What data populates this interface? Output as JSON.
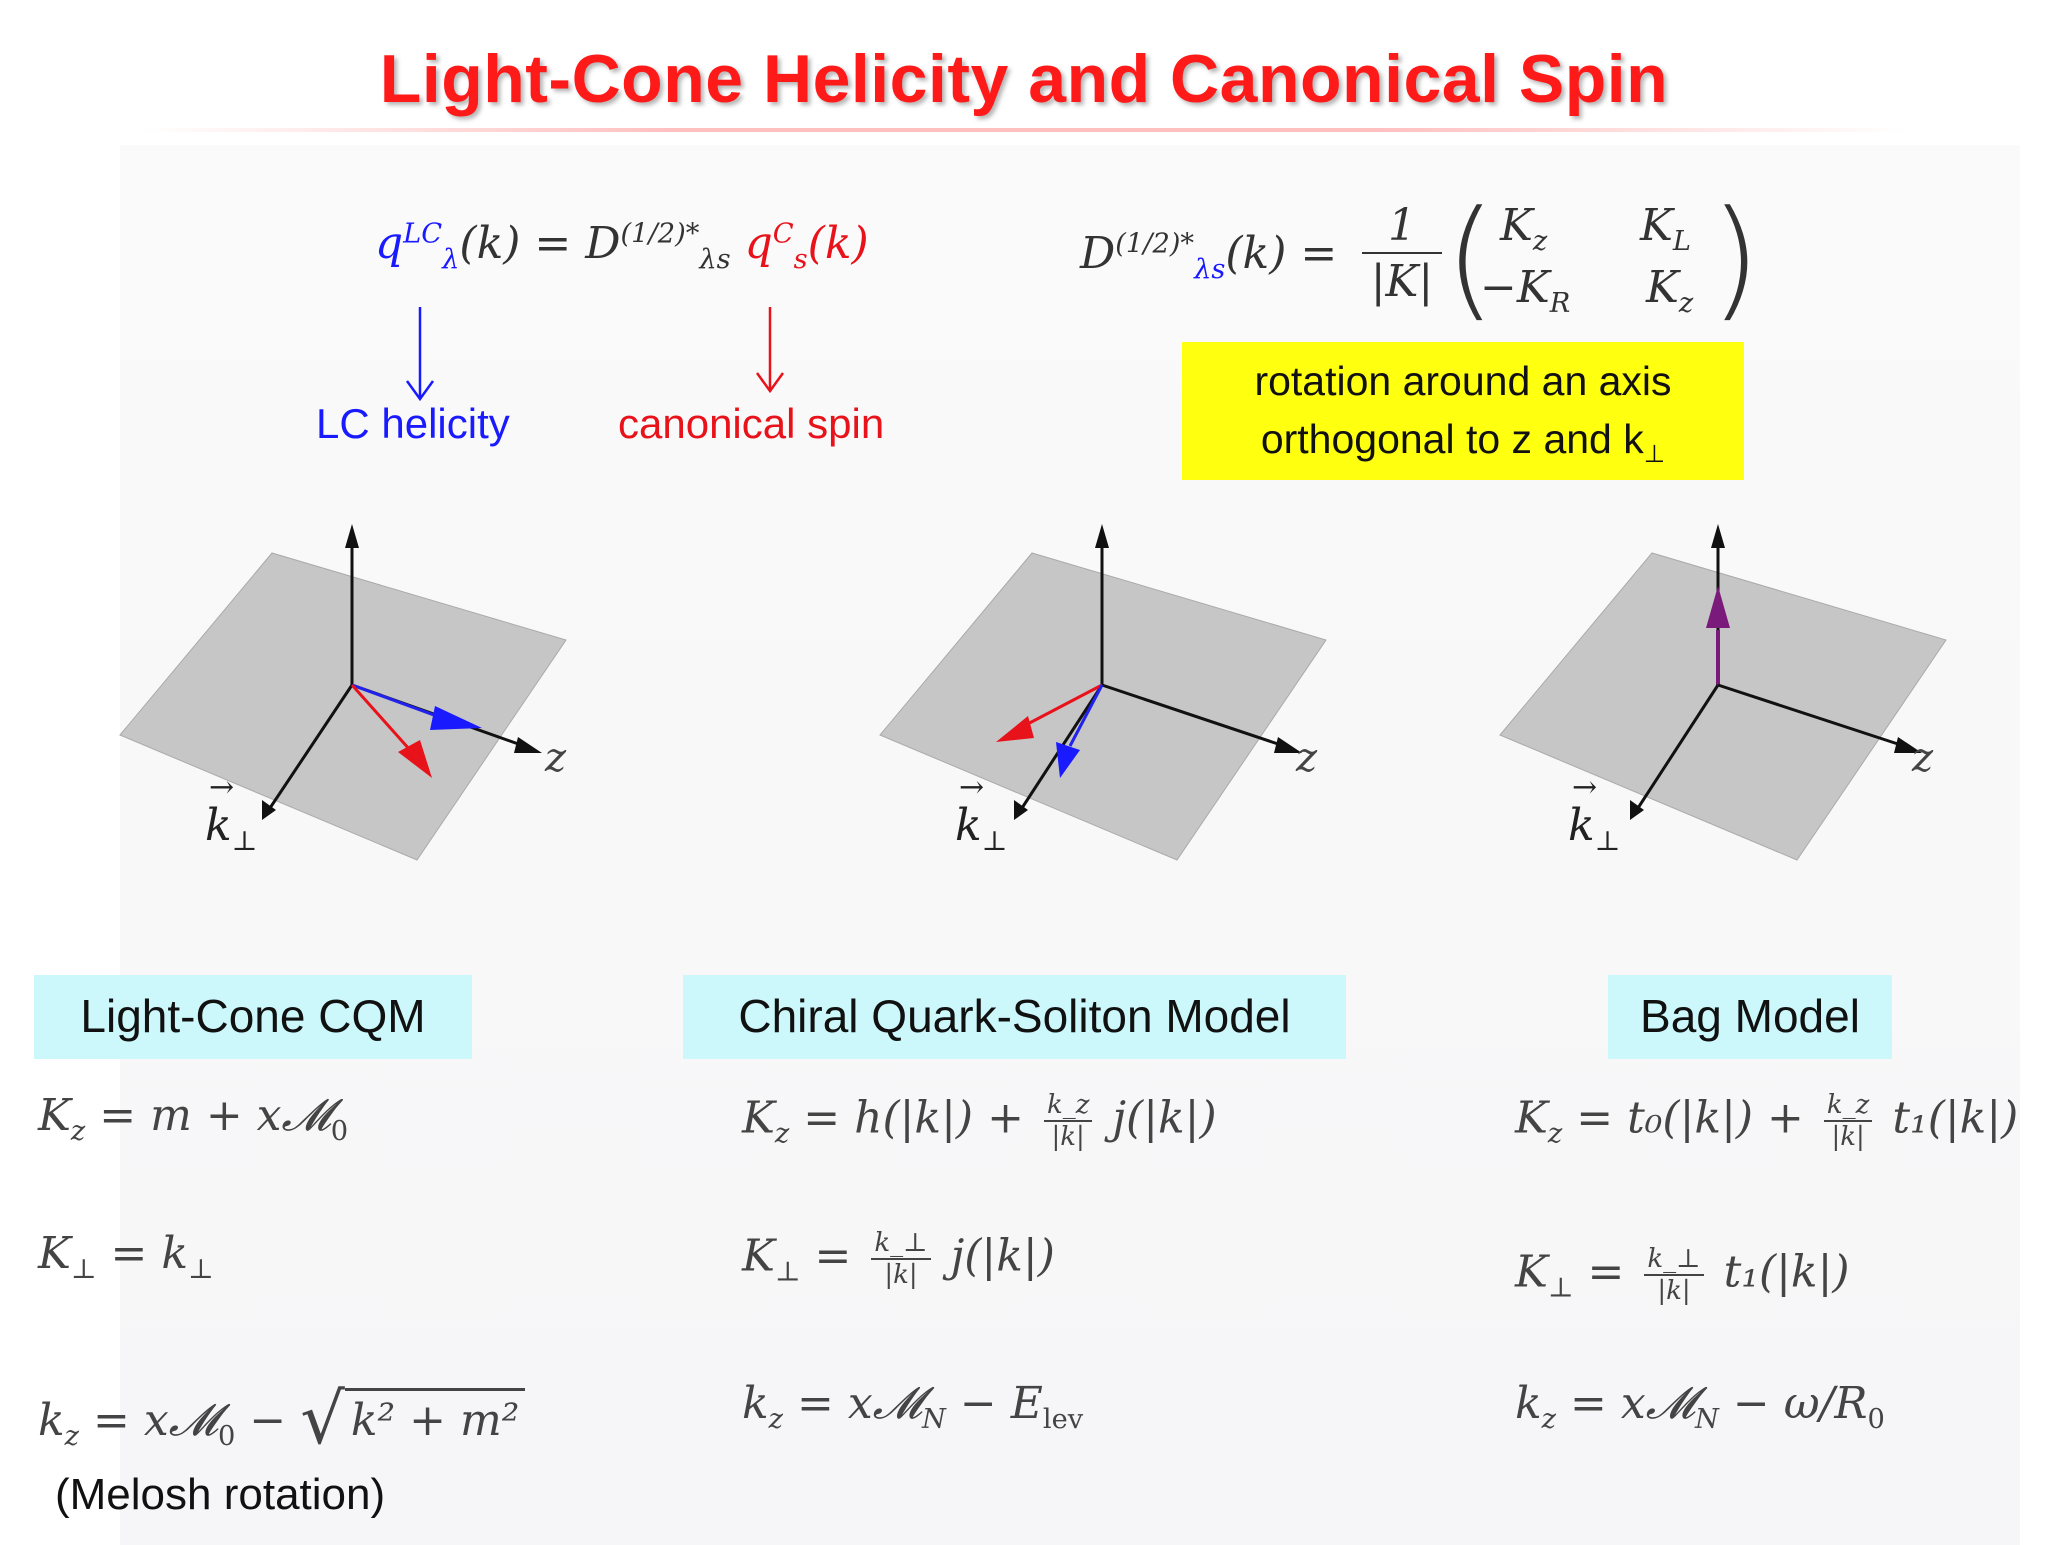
{
  "title": "Light-Cone Helicity and Canonical Spin",
  "formulas": {
    "relation_lhs": "q",
    "relation_lhs_sup": "LC",
    "relation_lhs_sub": "λ",
    "relation_arg": "(k) = D",
    "relation_D_sup": "(1/2)*",
    "relation_D_sub": "λs",
    "relation_rhs": "q",
    "relation_rhs_sup": "C",
    "relation_rhs_sub": "s",
    "relation_rhs_arg": "(k)",
    "matrix_D": "D",
    "matrix_D_sup": "(1/2)*",
    "matrix_D_sub": "λs",
    "matrix_arg": "(k) =",
    "matrix_frac_num": "1",
    "matrix_frac_den": "|K|",
    "matrix_r1c1": "K",
    "matrix_r1c1_sub": "z",
    "matrix_r1c2": "K",
    "matrix_r1c2_sub": "L",
    "matrix_r2c1": "−K",
    "matrix_r2c1_sub": "R",
    "matrix_r2c2": "K",
    "matrix_r2c2_sub": "z"
  },
  "labels": {
    "lc_helicity": "LC helicity",
    "canonical_spin": "canonical spin",
    "rotation_line1": "rotation around an axis",
    "rotation_line2": "orthogonal to z and k",
    "rotation_sub": "⊥"
  },
  "axes": {
    "z_label": "z",
    "kperp_label": "k",
    "kperp_sub": "⊥",
    "kperp_arrow": "→"
  },
  "models": [
    {
      "name": "Light-Cone CQM",
      "eq1": "K",
      "eq1_sub": "z",
      "eq1_rest": "= m + x𝓜",
      "eq1_tail_sub": "0",
      "eq2": "K",
      "eq2_sub": "⊥",
      "eq2_rest": "= k",
      "eq2_tail_sub": "⊥",
      "eq3": "k",
      "eq3_sub": "z",
      "eq3_rest": "= x𝓜",
      "eq3_tail_sub": "0",
      "eq3_minus": "−",
      "eq3_sqrt": "k² + m²"
    },
    {
      "name": "Chiral Quark-Soliton Model",
      "eq1": "K",
      "eq1_sub": "z",
      "eq1_rest": "= h(|k|) +",
      "eq1_frac_num": "k_z",
      "eq1_frac_den": "|k|",
      "eq1_tail": "j(|k|)",
      "eq2": "K",
      "eq2_sub": "⊥",
      "eq2_rest": "=",
      "eq2_frac_num": "k_⊥",
      "eq2_frac_den": "|k|",
      "eq2_tail": "j(|k|)",
      "eq3": "k",
      "eq3_sub": "z",
      "eq3_rest": "= x𝓜",
      "eq3_tail_sub": "N",
      "eq3_minus": "− E",
      "eq3_minus_sub": "lev"
    },
    {
      "name": "Bag Model",
      "eq1": "K",
      "eq1_sub": "z",
      "eq1_rest": "= t₀(|k|) +",
      "eq1_frac_num": "k_z",
      "eq1_frac_den": "|k|",
      "eq1_tail": "t₁(|k|)",
      "eq2": "K",
      "eq2_sub": "⊥",
      "eq2_rest": "=",
      "eq2_frac_num": "k_⊥",
      "eq2_frac_den": "|k|",
      "eq2_tail": "t₁(|k|)",
      "eq3": "k",
      "eq3_sub": "z",
      "eq3_rest": "= x𝓜",
      "eq3_tail_sub": "N",
      "eq3_minus": "− ω/R",
      "eq3_minus_sub": "0"
    }
  ],
  "footnote": "(Melosh rotation)",
  "colors": {
    "title": "#ff1a1a",
    "helicity": "#1a1aff",
    "canonical": "#e8121a",
    "highlight": "#ffff10",
    "model_box": "#ccf8fb",
    "plane": "#c6c6c6",
    "purple_vector": "#7a1a7a"
  }
}
